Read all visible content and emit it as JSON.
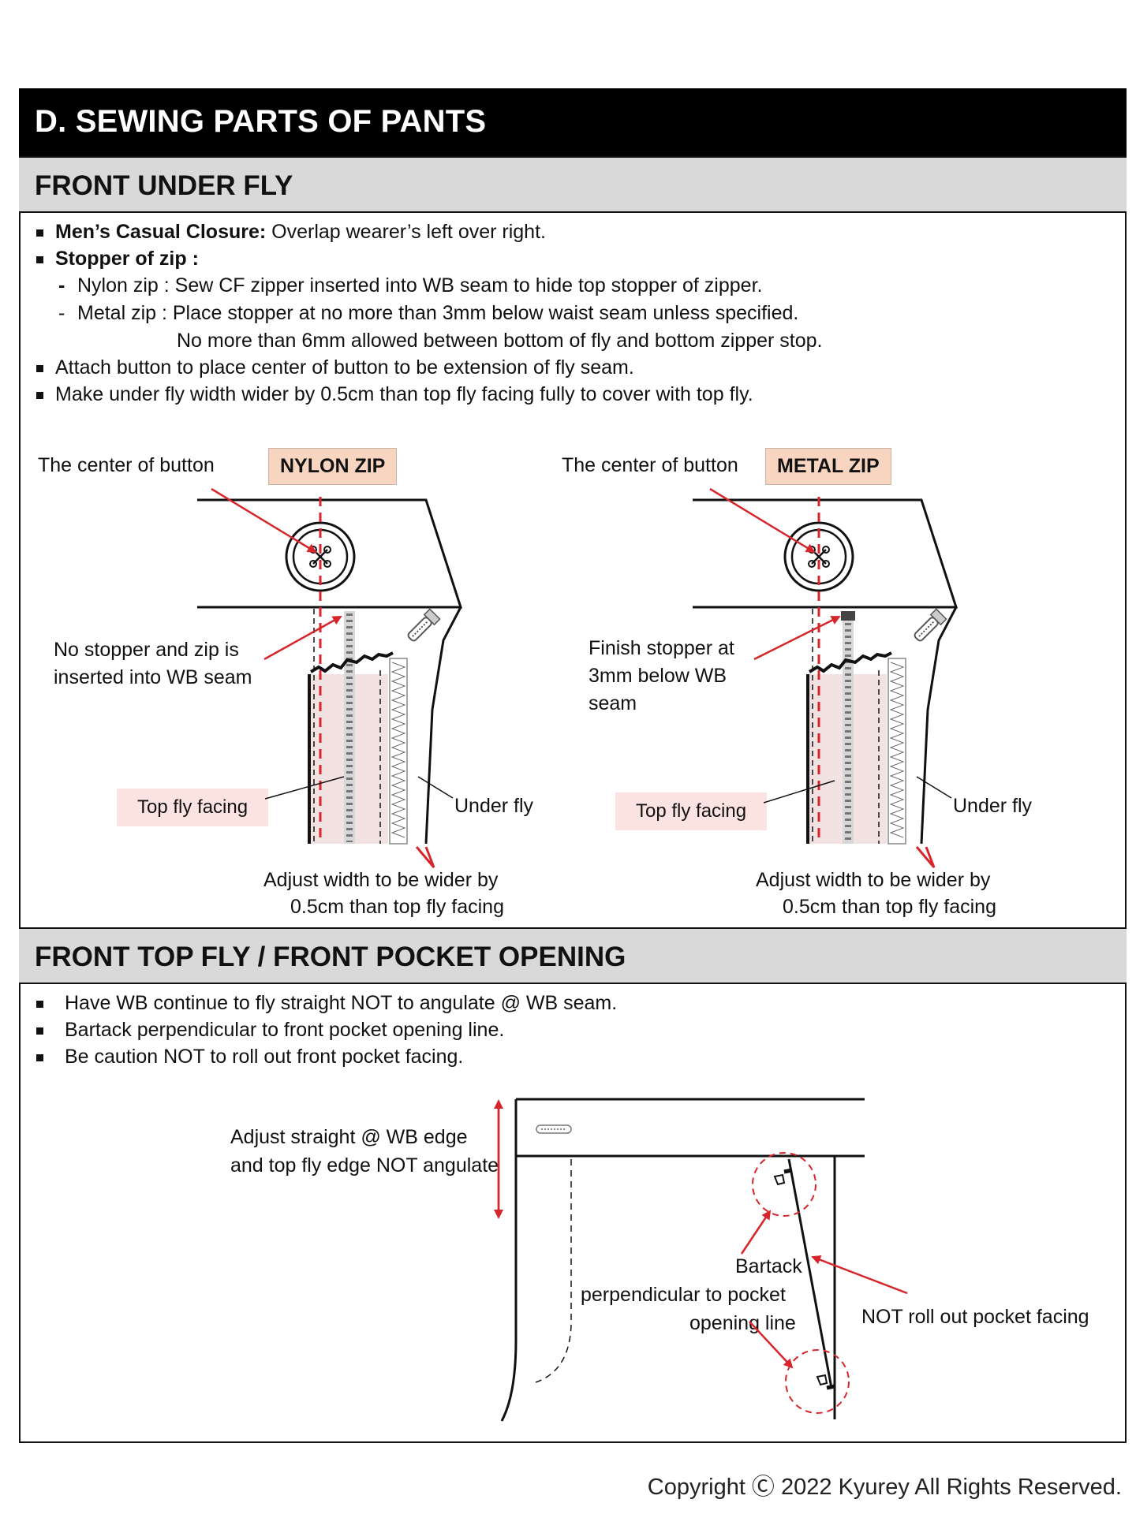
{
  "title": "D. SEWING PARTS OF PANTS",
  "sections": {
    "under_fly": {
      "heading": "FRONT UNDER FLY",
      "lines": [
        {
          "bold": "Men’s Casual Closure:",
          "text": " Overlap wearer’s left over right."
        },
        {
          "bold": "Stopper of zip :",
          "text": ""
        },
        {
          "prefix": "-",
          "text": "Nylon zip : Sew CF zipper inserted into WB seam to hide top stopper of zipper."
        },
        {
          "prefix": "-",
          "text": "Metal zip : Place stopper at no more than 3mm below waist seam unless specified."
        },
        {
          "text": "No more than 6mm allowed between bottom of fly and bottom zipper stop."
        },
        {
          "text": "Attach button to place center of button to be extension of fly seam."
        },
        {
          "text": "Make under fly width wider by 0.5cm than top fly facing fully to cover with top fly."
        }
      ],
      "nylon": {
        "center_label": "The center of button",
        "tag": "NYLON ZIP",
        "stopper_label": [
          "No stopper and zip is",
          "inserted into WB seam"
        ],
        "top_fly_label": "Top fly facing",
        "under_fly_label": "Under fly",
        "adjust_label": [
          "Adjust width to be wider by",
          "0.5cm than top fly facing"
        ]
      },
      "metal": {
        "center_label": "The center of button",
        "tag": "METAL ZIP",
        "stopper_label": [
          "Finish stopper at",
          "3mm below WB",
          "seam"
        ],
        "top_fly_label": "Top fly facing",
        "under_fly_label": "Under fly",
        "adjust_label": [
          "Adjust width to be wider by",
          "0.5cm than top fly facing"
        ]
      }
    },
    "top_fly": {
      "heading": "FRONT TOP FLY / FRONT POCKET OPENING",
      "lines": [
        "Have WB continue to fly straight NOT to angulate @ WB seam.",
        "Bartack perpendicular to front pocket opening line.",
        "Be caution NOT to roll out front pocket facing."
      ],
      "adjust_label": [
        "Adjust straight @ WB edge",
        "and top fly edge NOT angulate"
      ],
      "bartack_label": [
        "Bartack",
        "perpendicular to pocket",
        "opening line"
      ],
      "roll_label": "NOT roll out pocket facing"
    }
  },
  "copyright": "Copyright Ⓒ 2022 Kyurey All Rights Reserved.",
  "colors": {
    "accent_red": "#d6262b",
    "tag_orange": "#f8d5c1",
    "tag_pink": "#fbe3e1",
    "section_gray": "#d9d9d9"
  }
}
